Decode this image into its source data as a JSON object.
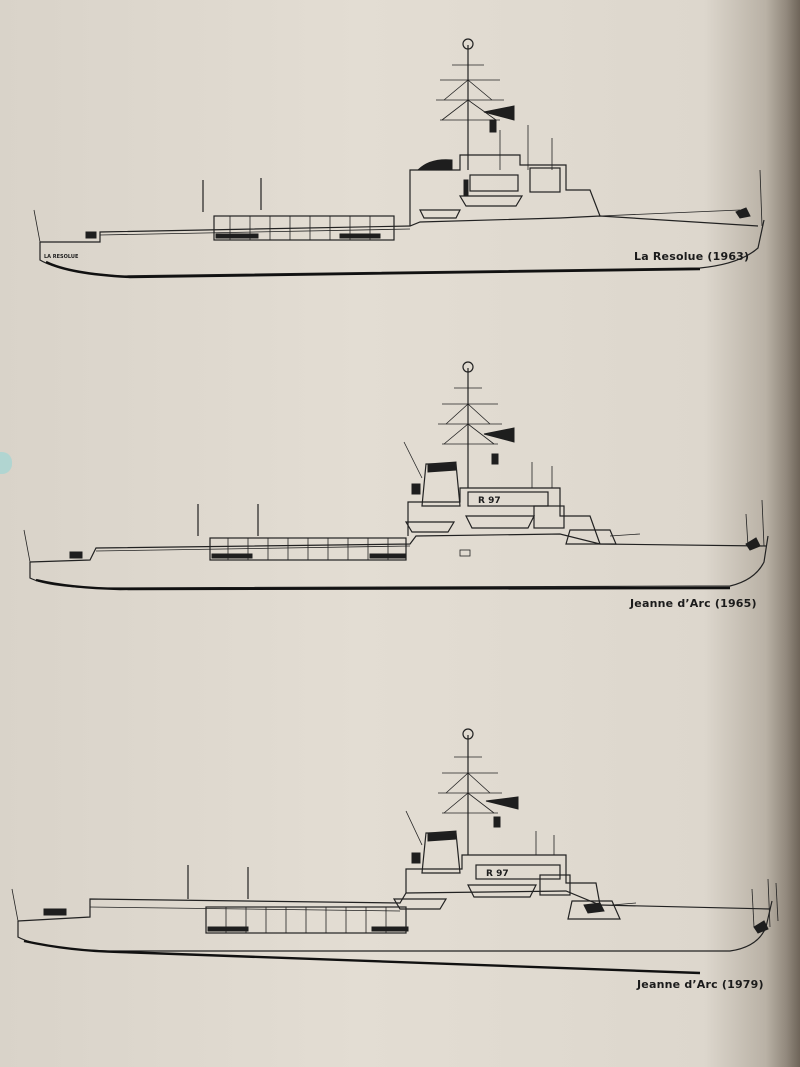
{
  "drawings": [
    {
      "caption": "La Resolue (1963)",
      "pennant": ""
    },
    {
      "caption": "Jeanne d’Arc (1965)",
      "pennant": "R 97"
    },
    {
      "caption": "Jeanne d’Arc (1979)",
      "pennant": "R 97"
    }
  ],
  "colors": {
    "paper": "#e3ddd3",
    "ink": "#1e1e1e"
  }
}
